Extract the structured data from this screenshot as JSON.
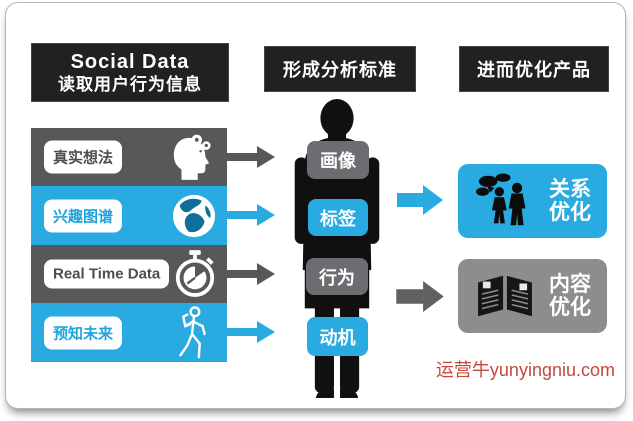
{
  "headers": {
    "left": {
      "line1": "Social Data",
      "line2": "读取用户行为信息"
    },
    "middle": "形成分析标准",
    "right": "进而优化产品"
  },
  "left_rows": [
    {
      "label": "真实想法",
      "icon": "head-gears-icon",
      "color": "#57585a",
      "text_color": "#4d4e50"
    },
    {
      "label": "兴趣图谱",
      "icon": "globe-icon",
      "color": "#29abe2",
      "text_color": "#1ea3de"
    },
    {
      "label": "Real Time Data",
      "icon": "stopwatch-icon",
      "color": "#57585a",
      "text_color": "#4d4e50"
    },
    {
      "label": "预知未来",
      "icon": "walking-person-icon",
      "color": "#29abe2",
      "text_color": "#1ea3de"
    }
  ],
  "body_labels": [
    {
      "label": "画像",
      "color": "#6c6d70"
    },
    {
      "label": "标签",
      "color": "#29abe2"
    },
    {
      "label": "行为",
      "color": "#6c6d70"
    },
    {
      "label": "动机",
      "color": "#29abe2"
    }
  ],
  "outcomes": [
    {
      "lines": [
        "关系",
        "优化"
      ],
      "icon": "people-chat-icon",
      "color": "#29abe2",
      "arrow_color": "#29abe2"
    },
    {
      "lines": [
        "内容",
        "优化"
      ],
      "icon": "magazine-icon",
      "color": "#8d8d8f",
      "arrow_color": "#606163"
    }
  ],
  "watermark": {
    "text": "运营牛yunyingniu.com",
    "color": "#c3493e"
  },
  "colors": {
    "header_bg": "#212123",
    "header_text": "#ffffff",
    "body_silhouette": "#101011",
    "blue": "#29abe2",
    "gray": "#57585a",
    "background": "#ffffff"
  }
}
